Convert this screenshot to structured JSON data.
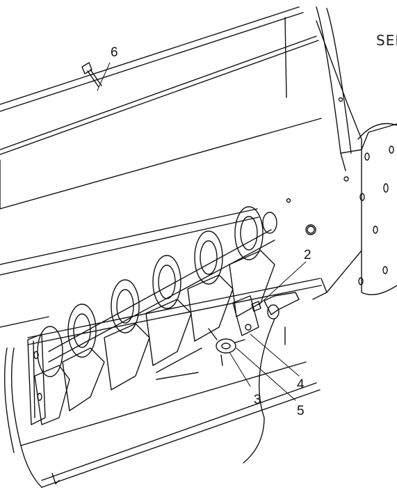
{
  "corner_text": "SEI",
  "callouts": [
    {
      "id": "6",
      "label": "6"
    },
    {
      "id": "2",
      "label": "2"
    },
    {
      "id": "4",
      "label": "4"
    },
    {
      "id": "3",
      "label": "3"
    },
    {
      "id": "5",
      "label": "5"
    }
  ],
  "colors": {
    "line": "#111111",
    "background": "#ffffff",
    "shade": "#333333"
  }
}
